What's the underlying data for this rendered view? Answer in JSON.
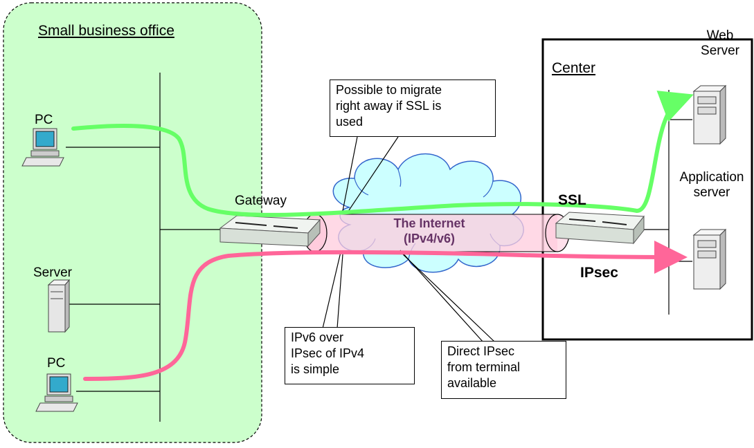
{
  "office": {
    "title": "Small business office",
    "fill": "#ccffcc",
    "pc_top_label": "PC",
    "server_label": "Server",
    "pc_bottom_label": "PC",
    "gateway_label": "Gateway"
  },
  "center": {
    "title": "Center",
    "web_server_label": [
      "Web",
      "Server"
    ],
    "app_server_label": [
      "Application",
      "server"
    ]
  },
  "internet": {
    "line1": "The Internet",
    "line2": "(IPv4/v6)",
    "cloud_fill": "#ccffff",
    "text_color": "#663366"
  },
  "flows": {
    "ssl": {
      "label": "SSL",
      "color": "#66ff66"
    },
    "ipsec": {
      "label": "IPsec",
      "color": "#ff6699"
    },
    "tunnel_fill": "#ffccdd"
  },
  "callouts": {
    "ssl_note": [
      "Possible to migrate",
      "right away if SSL is",
      "used"
    ],
    "ipv6_note": [
      "IPv6 over",
      "IPsec of IPv4",
      "is simple"
    ],
    "ipsec_note": [
      "Direct IPsec",
      "from terminal",
      "available"
    ]
  }
}
